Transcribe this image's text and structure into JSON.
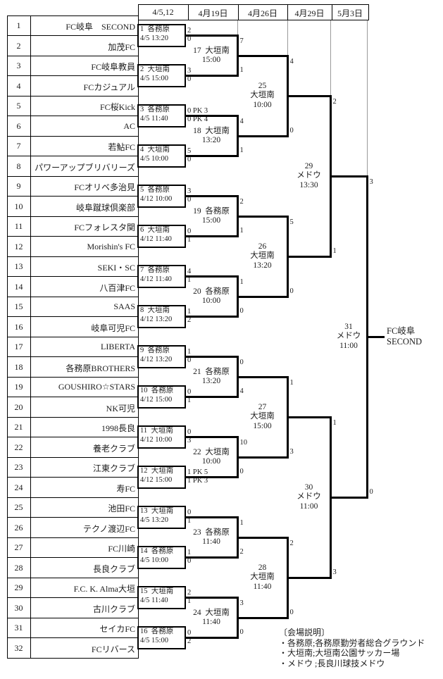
{
  "header": {
    "columns": [
      "4/5,12",
      "4月19日",
      "4月26日",
      "4月29日",
      "5月3日"
    ]
  },
  "teams": [
    {
      "no": "1",
      "name": "FC岐阜　SECOND"
    },
    {
      "no": "2",
      "name": "加茂FC"
    },
    {
      "no": "3",
      "name": "FC岐阜教員"
    },
    {
      "no": "4",
      "name": "FCカジュアル"
    },
    {
      "no": "5",
      "name": "FC桜Kick"
    },
    {
      "no": "6",
      "name": "AC"
    },
    {
      "no": "7",
      "name": "若鮎FC"
    },
    {
      "no": "8",
      "name": "パワーアップブリバリーズ"
    },
    {
      "no": "9",
      "name": "FCオリベ多治見"
    },
    {
      "no": "10",
      "name": "岐阜蹴球倶楽部"
    },
    {
      "no": "11",
      "name": "FCフォレスタ関"
    },
    {
      "no": "12",
      "name": "Morishin's FC"
    },
    {
      "no": "13",
      "name": "SEKI・SC"
    },
    {
      "no": "14",
      "name": "八百津FC"
    },
    {
      "no": "15",
      "name": "SAAS"
    },
    {
      "no": "16",
      "name": "岐阜可児FC"
    },
    {
      "no": "17",
      "name": "LIBERTA"
    },
    {
      "no": "18",
      "name": "各務原BROTHERS"
    },
    {
      "no": "19",
      "name": "GOUSHIRO☆STARS"
    },
    {
      "no": "20",
      "name": "NK可児"
    },
    {
      "no": "21",
      "name": "1998長良"
    },
    {
      "no": "22",
      "name": "養老クラブ"
    },
    {
      "no": "23",
      "name": "江東クラブ"
    },
    {
      "no": "24",
      "name": "寿FC"
    },
    {
      "no": "25",
      "name": "池田FC"
    },
    {
      "no": "26",
      "name": "テクノ渡辺FC"
    },
    {
      "no": "27",
      "name": "FC川崎"
    },
    {
      "no": "28",
      "name": "長良クラブ"
    },
    {
      "no": "29",
      "name": "F.C. K. Alma大垣"
    },
    {
      "no": "30",
      "name": "古川クラブ"
    },
    {
      "no": "31",
      "name": "セイカFC"
    },
    {
      "no": "32",
      "name": "FCリバース"
    }
  ],
  "matches": {
    "round1": [
      {
        "no": "1",
        "venue": "各務原",
        "datetime": "4/5 13:20",
        "score_top": "2",
        "score_bottom": "0"
      },
      {
        "no": "2",
        "venue": "大垣南",
        "datetime": "4/5 15:00",
        "score_top": "3",
        "score_bottom": "0"
      },
      {
        "no": "3",
        "venue": "各務原",
        "datetime": "4/5 11:40",
        "score_top": "0 PK 3",
        "score_bottom": "0 PK 4"
      },
      {
        "no": "4",
        "venue": "大垣南",
        "datetime": "4/5 10:00",
        "score_top": "5",
        "score_bottom": "0"
      },
      {
        "no": "5",
        "venue": "各務原",
        "datetime": "4/12 10:00",
        "score_top": "3",
        "score_bottom": "0"
      },
      {
        "no": "6",
        "venue": "大垣南",
        "datetime": "4/12 11:40",
        "score_top": "0",
        "score_bottom": "1"
      },
      {
        "no": "7",
        "venue": "各務原",
        "datetime": "4/12 11:40",
        "score_top": "4",
        "score_bottom": "1"
      },
      {
        "no": "8",
        "venue": "大垣南",
        "datetime": "4/12 13:20",
        "score_top": "1",
        "score_bottom": "2"
      },
      {
        "no": "9",
        "venue": "各務原",
        "datetime": "4/12 13:20",
        "score_top": "1",
        "score_bottom": "0"
      },
      {
        "no": "10",
        "venue": "各務原",
        "datetime": "4/12 15:00",
        "score_top": "0",
        "score_bottom": "1"
      },
      {
        "no": "11",
        "venue": "大垣南",
        "datetime": "4/12 10:00",
        "score_top": "0",
        "score_bottom": "3"
      },
      {
        "no": "12",
        "venue": "大垣南",
        "datetime": "4/12 15:00",
        "score_top": "1 PK 5",
        "score_bottom": "1 PK 3"
      },
      {
        "no": "13",
        "venue": "大垣南",
        "datetime": "4/5 13:20",
        "score_top": "0",
        "score_bottom": "1"
      },
      {
        "no": "14",
        "venue": "各務原",
        "datetime": "4/5 10:00",
        "score_top": "1",
        "score_bottom": "0"
      },
      {
        "no": "15",
        "venue": "大垣南",
        "datetime": "4/5 11:40",
        "score_top": "2",
        "score_bottom": "1"
      },
      {
        "no": "16",
        "venue": "各務原",
        "datetime": "4/5 15:00",
        "score_top": "0",
        "score_bottom": "2"
      }
    ],
    "round2": [
      {
        "no": "17",
        "venue": "大垣南",
        "time": "15:00",
        "score_top": "7",
        "score_bottom": "1"
      },
      {
        "no": "18",
        "venue": "大垣南",
        "time": "13:20",
        "score_top": "4",
        "score_bottom": "1"
      },
      {
        "no": "19",
        "venue": "各務原",
        "time": "15:00",
        "score_top": "2",
        "score_bottom": "1"
      },
      {
        "no": "20",
        "venue": "各務原",
        "time": "10:00",
        "score_top": "1",
        "score_bottom": "0"
      },
      {
        "no": "21",
        "venue": "各務原",
        "time": "13:20",
        "score_top": "0",
        "score_bottom": "4"
      },
      {
        "no": "22",
        "venue": "大垣南",
        "time": "10:00",
        "score_top": "10",
        "score_bottom": "0"
      },
      {
        "no": "23",
        "venue": "各務原",
        "time": "11:40",
        "score_top": "1",
        "score_bottom": "2"
      },
      {
        "no": "24",
        "venue": "大垣南",
        "time": "11:40",
        "score_top": "3",
        "score_bottom": "0"
      }
    ],
    "quarterfinals": [
      {
        "no": "25",
        "venue": "大垣南",
        "time": "10:00",
        "score_top": "4",
        "score_bottom": "0"
      },
      {
        "no": "26",
        "venue": "大垣南",
        "time": "13:20",
        "score_top": "5",
        "score_bottom": "0"
      },
      {
        "no": "27",
        "venue": "大垣南",
        "time": "15:00",
        "score_top": "1",
        "score_bottom": "3"
      },
      {
        "no": "28",
        "venue": "大垣南",
        "time": "11:40",
        "score_top": "2",
        "score_bottom": "0"
      }
    ],
    "semifinals": [
      {
        "no": "29",
        "venue": "メドウ",
        "time": "13:30",
        "score_top": "2",
        "score_bottom": "1"
      },
      {
        "no": "30",
        "venue": "メドウ",
        "time": "11:00",
        "score_top": "1",
        "score_bottom": "3"
      }
    ],
    "final": {
      "no": "31",
      "venue": "メドウ",
      "time": "11:00",
      "score_top": "3",
      "score_bottom": "0"
    }
  },
  "champion": {
    "line1": "FC岐阜",
    "line2": "SECOND"
  },
  "legend": {
    "title": "〔会場説明〕",
    "items": [
      "・各務原;各務原勤労者総合グラウンド",
      "・大垣南;大垣南公園サッカー場",
      "・メドウ ;長良川球技メドウ"
    ]
  },
  "colors": {
    "line": "#000000",
    "grid": "#9a9a9a",
    "text": "#1c1c1c"
  }
}
